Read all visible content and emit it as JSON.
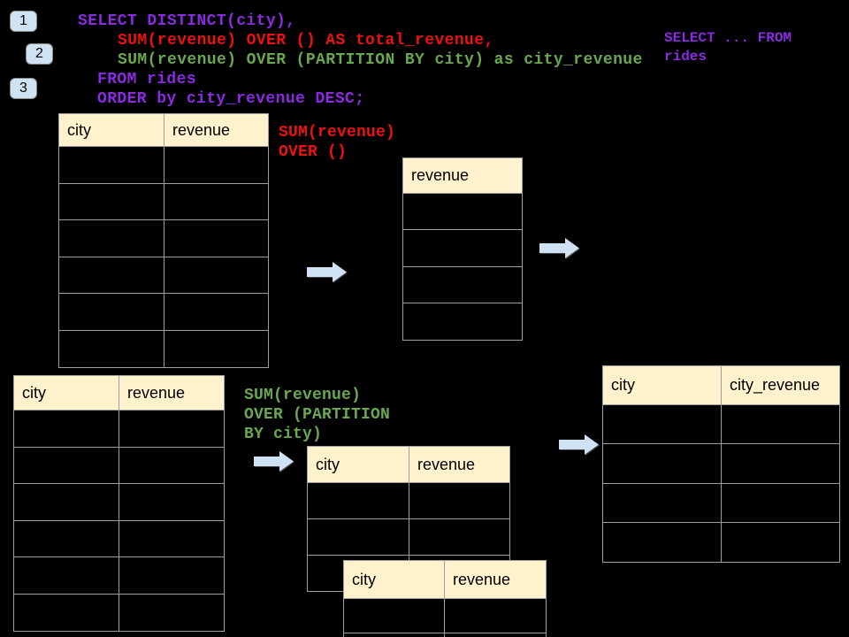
{
  "colors": {
    "purple": "#8a2be2",
    "red": "#ee1111",
    "green": "#6aa84f",
    "header_fill": "#fff2cc",
    "arrow_fill": "#cfe2f3",
    "badge_fill": "#cfe2f3",
    "border": "#9e9e9e",
    "background": "#000000"
  },
  "badges": [
    {
      "label": "1"
    },
    {
      "label": "2"
    },
    {
      "label": "3"
    }
  ],
  "sql": {
    "line1": "SELECT DISTINCT(city),",
    "line2": "SUM(revenue) OVER () AS total_revenue,",
    "line3": "SUM(revenue) OVER (PARTITION BY city) as city_revenue",
    "line4": "FROM rides",
    "line5": "ORDER by city_revenue DESC;"
  },
  "note": {
    "line1": "SELECT ... FROM",
    "line2": "rides"
  },
  "annotations": {
    "total": {
      "line1": "SUM(revenue)",
      "line2": "OVER ()"
    },
    "partition": {
      "line1": "SUM(revenue)",
      "line2": "OVER (PARTITION",
      "line3": "BY city)"
    }
  },
  "tables": {
    "source_total": {
      "headers": [
        "city",
        "revenue"
      ],
      "empty_rows": 6
    },
    "result_total": {
      "headers": [
        "revenue"
      ],
      "empty_rows": 4
    },
    "source_partition": {
      "headers": [
        "city",
        "revenue"
      ],
      "empty_rows": 6
    },
    "partition_a": {
      "headers": [
        "city",
        "revenue"
      ],
      "empty_rows": 3
    },
    "partition_b": {
      "headers": [
        "city",
        "revenue"
      ],
      "empty_rows": 2
    },
    "result_partition": {
      "headers": [
        "city",
        "city_revenue"
      ],
      "empty_rows": 4
    }
  }
}
